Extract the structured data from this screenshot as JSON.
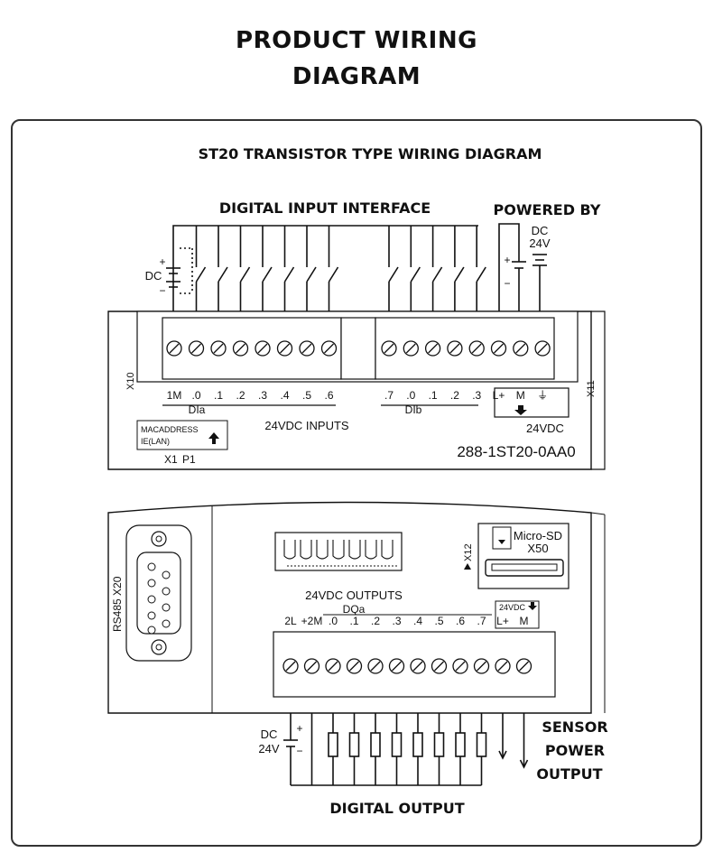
{
  "title_line1": "PRODUCT WIRING",
  "title_line2": "DIAGRAM",
  "subtitle": "ST20 TRANSISTOR TYPE WIRING DIAGRAM",
  "section_input": "DIGITAL INPUT INTERFACE",
  "section_powered": "POWERED BY",
  "power_dc": "DC",
  "power_24v": "24V",
  "input_dc": "DC",
  "plus": "+",
  "minus": "−",
  "input_terminals_a": [
    "1M",
    ".0",
    ".1",
    ".2",
    ".3",
    ".4",
    ".5",
    ".6"
  ],
  "input_terminals_b": [
    ".7",
    ".0",
    ".1",
    ".2",
    ".3"
  ],
  "power_terminals": [
    "L+",
    "M",
    "⏚"
  ],
  "group_a": "DIa",
  "group_b": "DIb",
  "inputs_caption": "24VDC INPUTS",
  "power_caption": "24VDC",
  "connector_x10": "X10",
  "connector_x11": "X11",
  "mac_line1": "MACADDRESS",
  "mac_line2": "IE(LAN)",
  "x1": "X1",
  "p1": "P1",
  "model_number": "288-1ST20-0AA0",
  "rs485": "RS485 X20",
  "x12": "X12",
  "micro_sd": "Micro-SD",
  "x50": "X50",
  "outputs_caption": "24VDC OUTPUTS",
  "group_q": "DQa",
  "output_terminals": [
    "2L",
    "+2M",
    ".0",
    ".1",
    ".2",
    ".3",
    ".4",
    ".5",
    ".6",
    ".7"
  ],
  "sensor_power_label": "24VDC",
  "sensor_terminals": [
    "L+",
    "M"
  ],
  "out_dc": "DC",
  "out_24v": "24V",
  "sensor_line1": "SENSOR",
  "sensor_line2": "POWER",
  "sensor_line3": "OUTPUT",
  "section_output": "DIGITAL OUTPUT"
}
